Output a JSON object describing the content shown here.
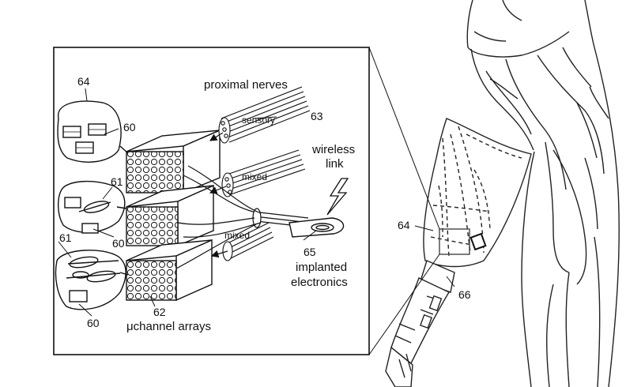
{
  "figure": {
    "labels": {
      "proximal_nerves": "proximal nerves",
      "sensory": "sensory",
      "mixed_top": "mixed",
      "mixed_bottom": "mixed",
      "wireless_line1": "wireless",
      "wireless_line2": "link",
      "implanted_line1": "implanted",
      "implanted_line2": "electronics",
      "channel_arrays": "μchannel arrays"
    },
    "reference_numerals": {
      "n64_top": "64",
      "n60_a": "60",
      "n63": "63",
      "n61_a": "61",
      "n60_b": "60",
      "n61_b": "61",
      "n65": "65",
      "n62": "62",
      "n60_c": "60",
      "n64_arm": "64",
      "n66": "66"
    },
    "icons": [
      "channel-array-block",
      "nerve-bundle",
      "lightning-bolt",
      "arm-outline",
      "prosthetic-hand"
    ]
  }
}
